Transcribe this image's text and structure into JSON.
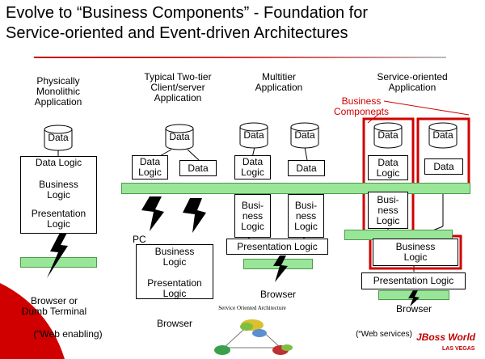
{
  "slide": {
    "title": "Evolve to “Business Components” - Foundation for\nService-oriented and Event-driven Architectures"
  },
  "columns": {
    "col1_title": "Physically\nMonolithic\nApplication",
    "col2_title": "Typical Two-tier\nClient/server\nApplication",
    "col3_title": "Multitier\nApplication",
    "col4_title": "Service-oriented\nApplication"
  },
  "callout": "Business\nComponents",
  "labels": {
    "data": "Data",
    "data_logic": "Data Logic",
    "data_logic_2line": "Data\nLogic",
    "business_logic": "Business\nLogic",
    "busi_ness_logic": "Busi-\nness\nLogic",
    "presentation_logic": "Presentation\nLogic",
    "presentation_logic_1line": "Presentation Logic",
    "pc": "PC",
    "browser": "Browser",
    "browser_or_dumb": "Browser or\nDumb Terminal",
    "web_enabling": "(“Web enabling)",
    "web_services": "(“Web services)"
  },
  "thumbnail": {
    "title": "Service Oriented Architecture"
  },
  "logo": {
    "brand": "JBoss World",
    "location": "LAS VEGAS"
  },
  "colors": {
    "accent_red": "#d00000",
    "bar_green": "#99e699",
    "bar_border": "#4a9a4a"
  },
  "icons": [
    "lightning-bolt-icon",
    "database-cylinder-icon"
  ]
}
